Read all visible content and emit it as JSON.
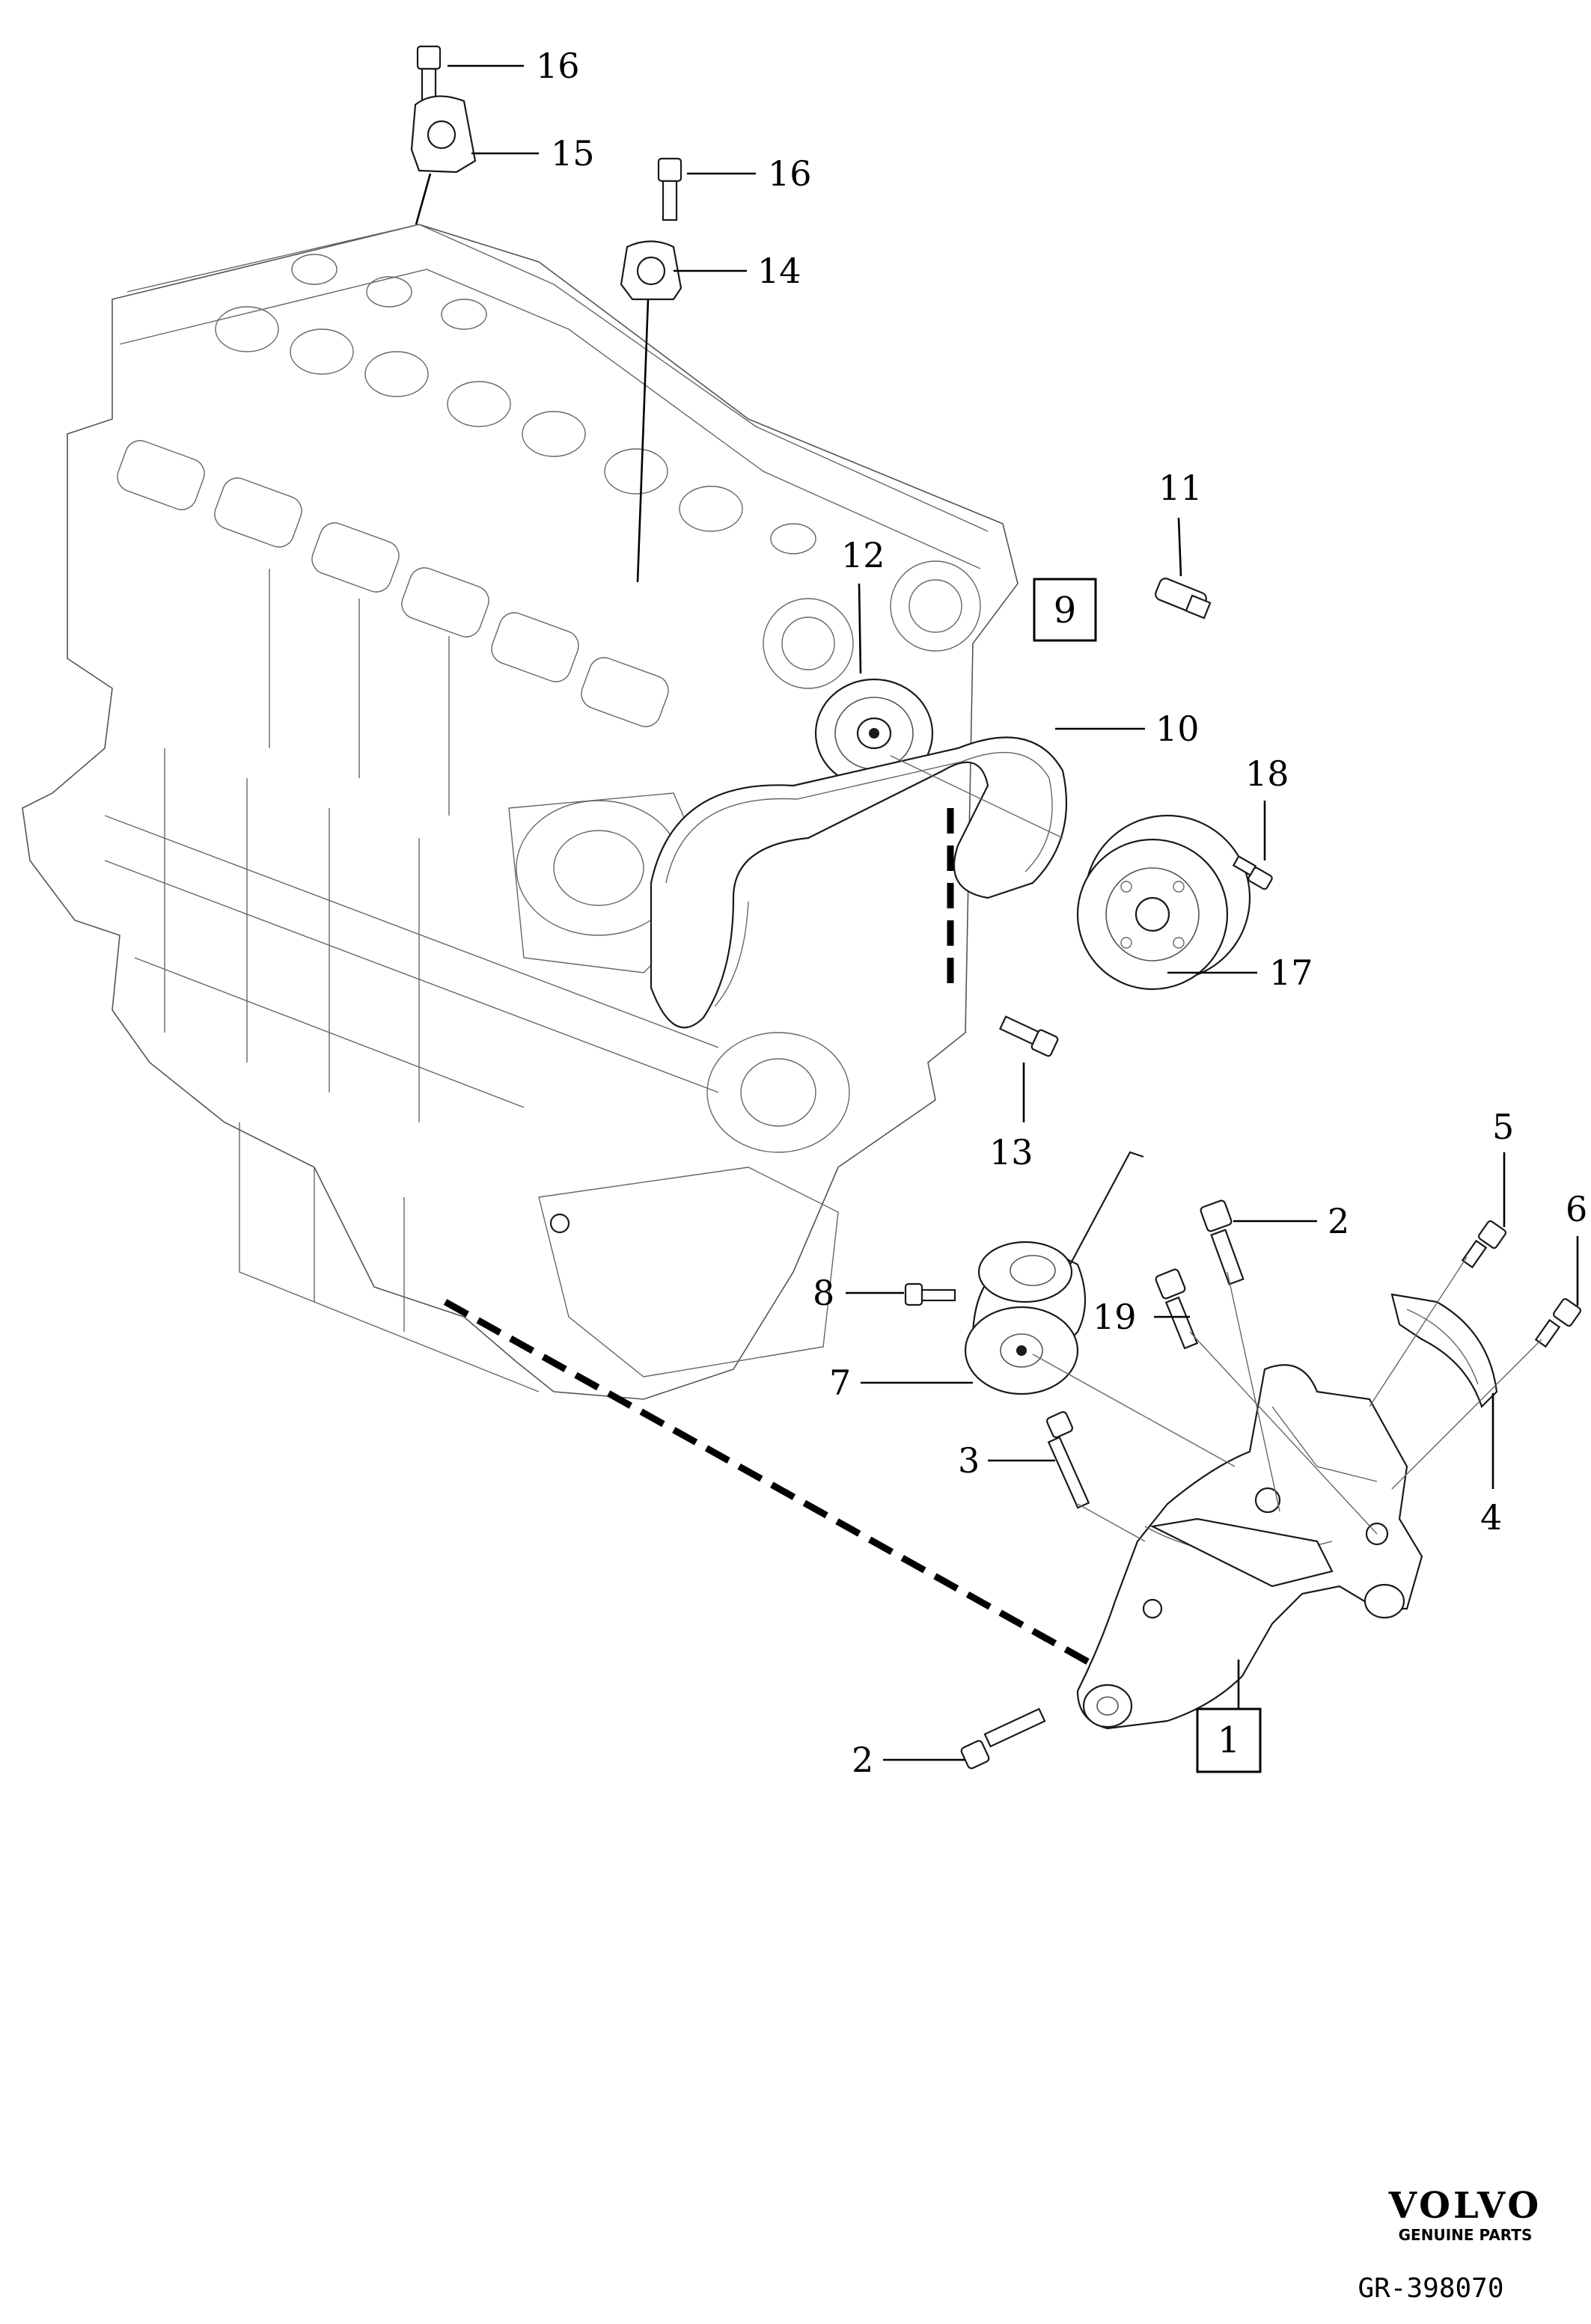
{
  "diagram": {
    "callouts": {
      "c16a": "16",
      "c15": "15",
      "c16b": "16",
      "c14": "14",
      "c11": "11",
      "c12": "12",
      "c9": "9",
      "c10": "10",
      "c18": "18",
      "c17": "17",
      "c13": "13",
      "c5": "5",
      "c6": "6",
      "c2a": "2",
      "c8": "8",
      "c19": "19",
      "c7": "7",
      "c3": "3",
      "c4": "4",
      "c1": "1",
      "c2b": "2"
    },
    "brand": {
      "name": "VOLVO",
      "tagline": "GENUINE PARTS",
      "reference": "GR-398070"
    }
  }
}
